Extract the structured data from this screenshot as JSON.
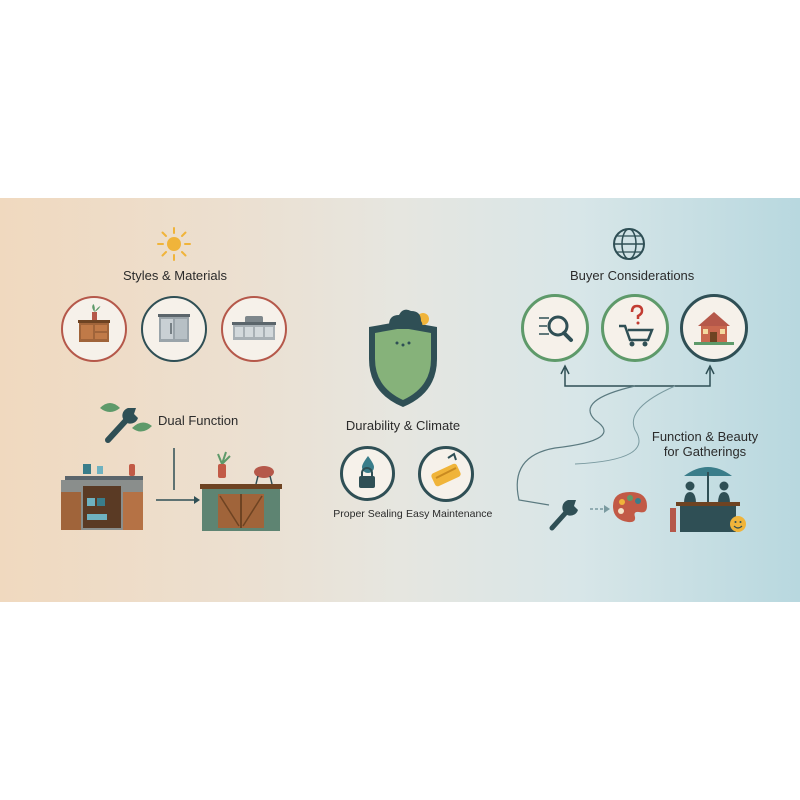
{
  "sections": {
    "styles": {
      "title": "Styles & Materials"
    },
    "dual": {
      "title": "Dual Function"
    },
    "durability": {
      "title": "Durability & Climate",
      "items": [
        "Proper Sealing",
        "Easy Maintenance"
      ]
    },
    "buyer": {
      "title": "Buyer Considerations"
    },
    "gatherings": {
      "title_line1": "Function & Beauty",
      "title_line2": "for Gatherings"
    }
  },
  "colors": {
    "terracotta": "#b5584a",
    "teal_dark": "#2f4f55",
    "green": "#5e9a6a",
    "wood": "#a0643a",
    "sun": "#f0b43a"
  }
}
